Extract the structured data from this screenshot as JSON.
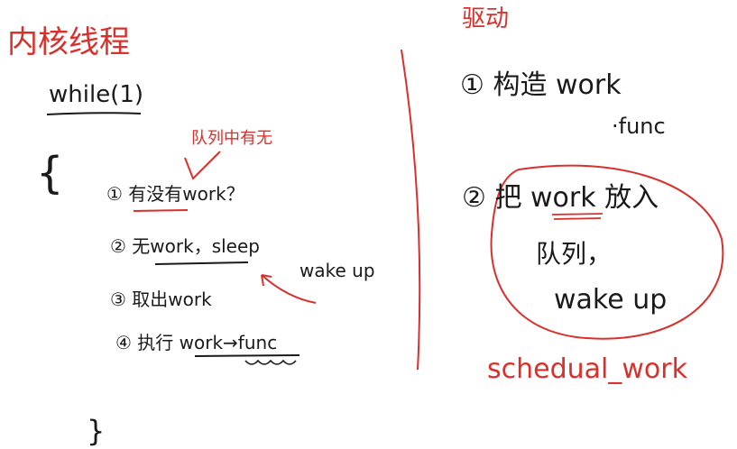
{
  "colors": {
    "ink_black": "#1a1a1a",
    "ink_red": "#d9302c"
  },
  "left": {
    "title": "内核线程",
    "loop": "while(1)",
    "brace_open": "{",
    "brace_close": "}",
    "queue_note": "队列中有无",
    "steps": [
      {
        "num": "①",
        "text": "有没有work？"
      },
      {
        "num": "②",
        "text": "无work，sleep"
      },
      {
        "num": "③",
        "text": "取出work"
      },
      {
        "num": "④",
        "text": "执行 work→func"
      }
    ],
    "wake_note": "wake up"
  },
  "right": {
    "title": "驱动",
    "step1_num": "①",
    "step1_text": "构造 work",
    "step1_sub": "·func",
    "step2_num": "②",
    "step2_line1": "把 work 放入",
    "step2_line2": "队列，",
    "step2_line3": "wake up",
    "api": "schedual_work"
  }
}
